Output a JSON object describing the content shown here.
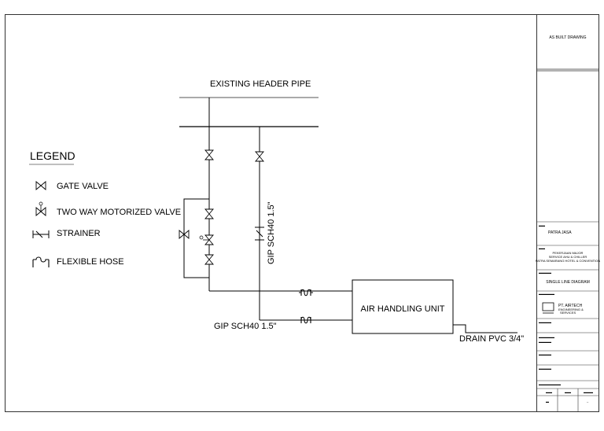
{
  "title_block": {
    "stamp": "AS BUILT DRAWING",
    "owner": "PATRA JASA",
    "project_line1": "PEKERJAAN MAJOR",
    "project_line2": "SERVICE AHU & CHILLER",
    "project_line3": "PATRA SEMARANG HOTEL & CONVENTION",
    "drawing_title": "SINGLE LINE DIAGRAM",
    "company_name": "PT. AIRTECH",
    "company_tagline": "ENGINEERING &",
    "company_sub": "SERVICES"
  },
  "legend": {
    "title": "LEGEND",
    "items": [
      {
        "symbol": "gate-valve",
        "label": "GATE VALVE"
      },
      {
        "symbol": "motorized-valve",
        "label": "TWO WAY MOTORIZED VALVE"
      },
      {
        "symbol": "strainer",
        "label": "STRAINER"
      },
      {
        "symbol": "flexible-hose",
        "label": "FLEXIBLE HOSE"
      }
    ]
  },
  "diagram": {
    "header_label": "EXISTING HEADER PIPE",
    "ahu_label": "AIR HANDLING UNIT",
    "pipe_label_vertical": "GIP SCH40 1.5\"",
    "pipe_label_horizontal": "GIP SCH40 1.5\"",
    "drain_label": "DRAIN PVC 3/4\""
  },
  "colors": {
    "line": "#000000",
    "frame": "#333333",
    "header_line": "#777777"
  }
}
